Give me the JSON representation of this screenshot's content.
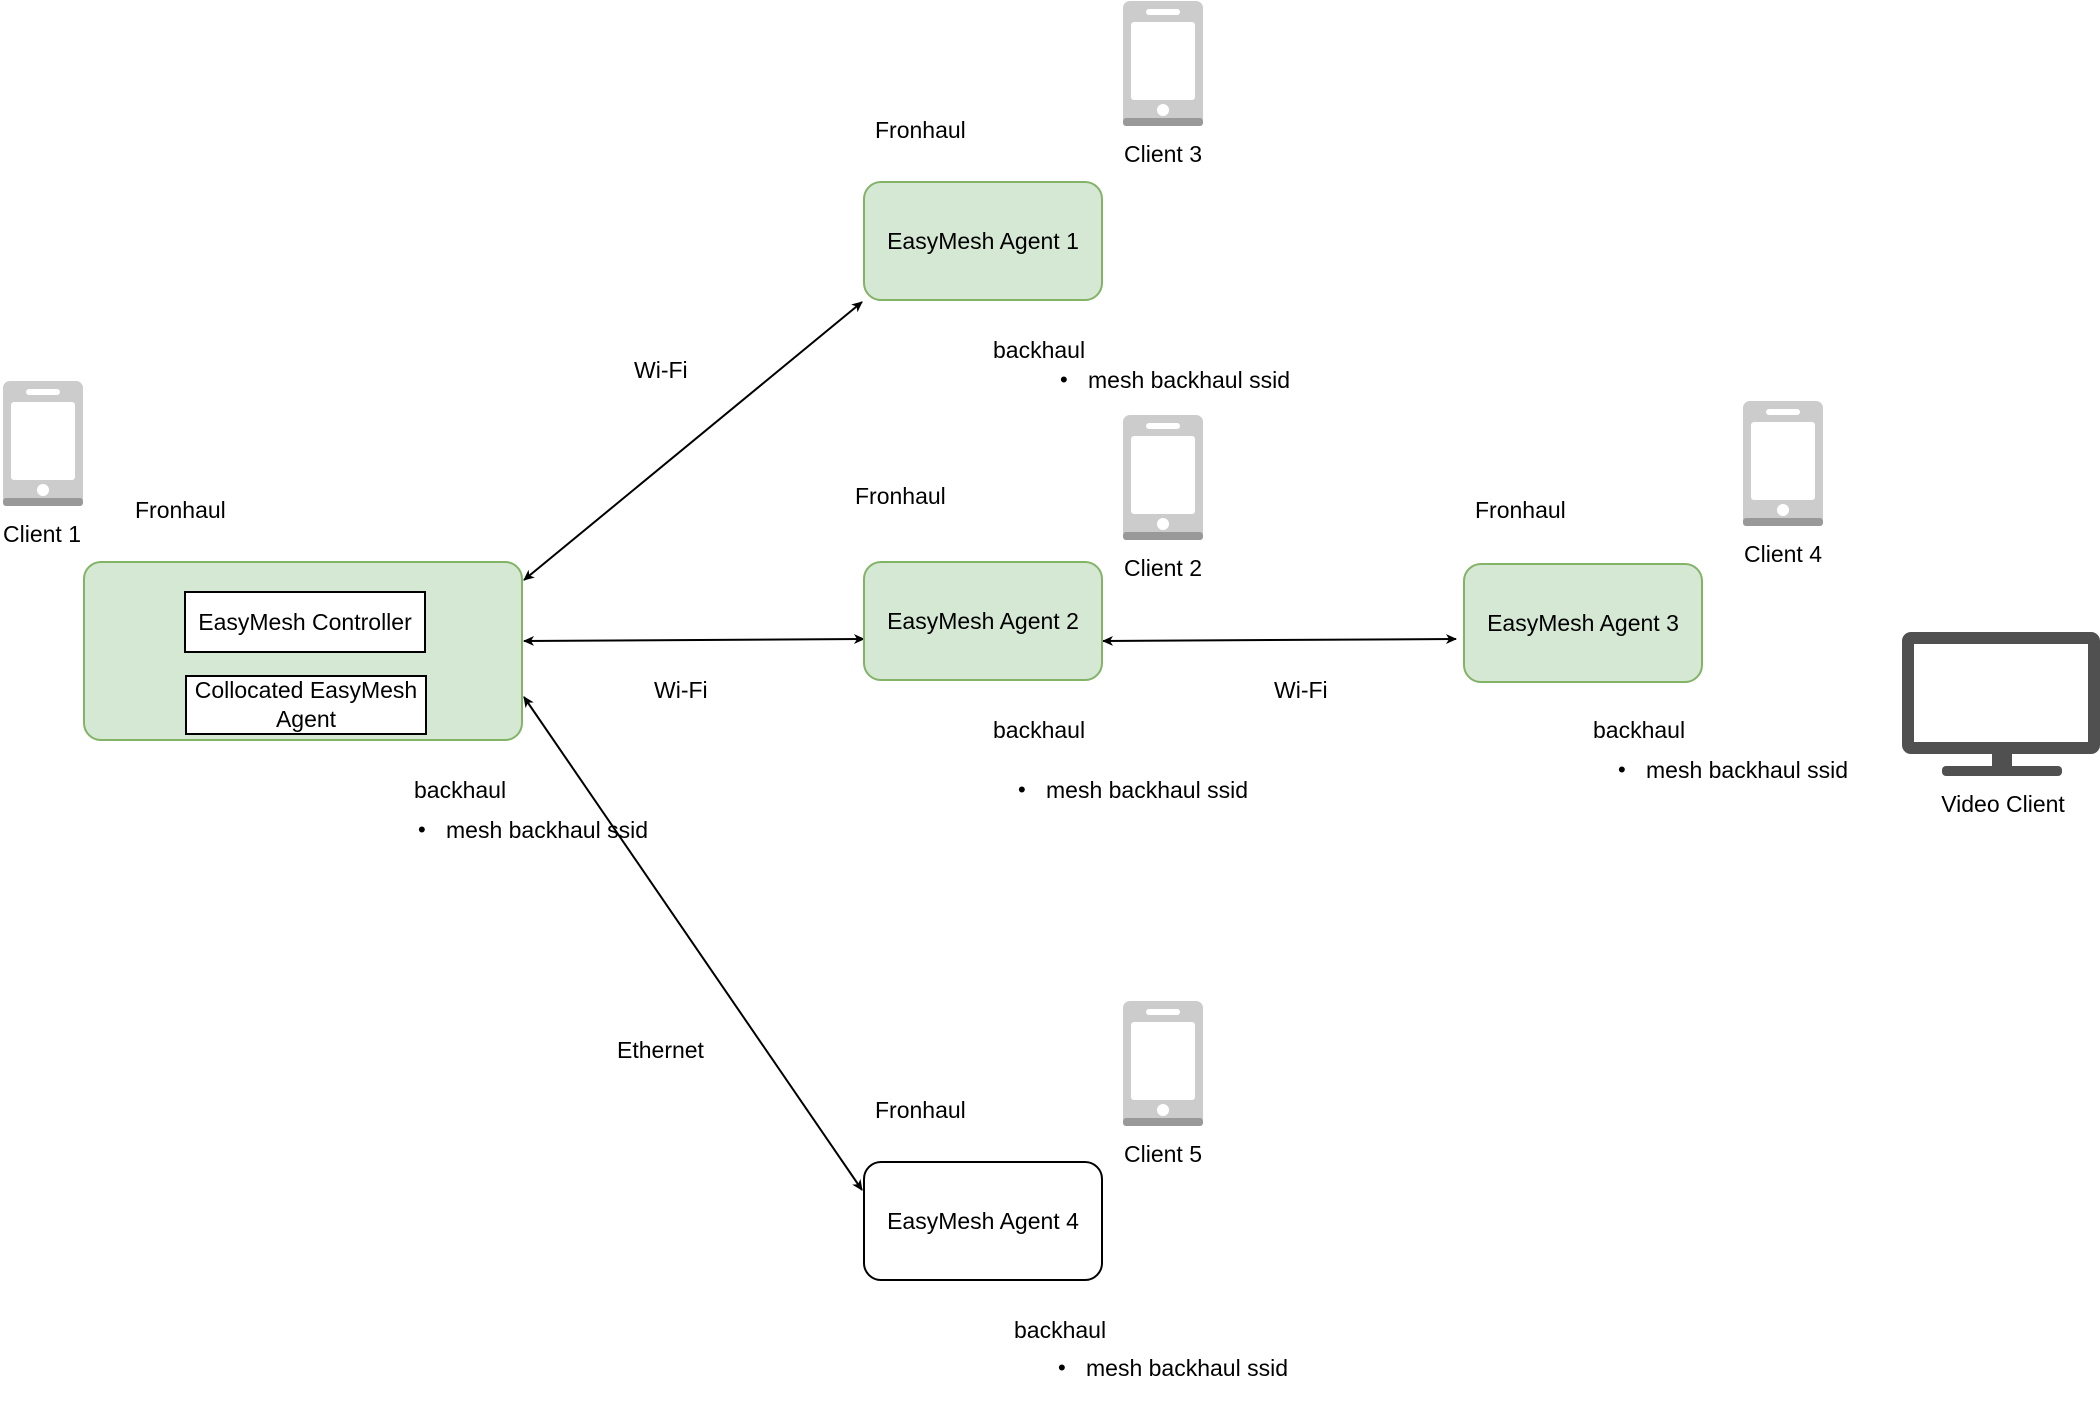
{
  "controller_node": {
    "controller_label": "EasyMesh Controller",
    "agent_label": "Collocated EasyMesh Agent",
    "fronthaul_label": "Fronhaul",
    "backhaul_label": "backhaul",
    "backhaul_item": "mesh backhaul ssid"
  },
  "agents": [
    {
      "label": "EasyMesh Agent 1",
      "fronthaul_label": "Fronhaul",
      "backhaul_label": "backhaul",
      "backhaul_item": "mesh backhaul ssid"
    },
    {
      "label": "EasyMesh Agent 2",
      "fronthaul_label": "Fronhaul",
      "backhaul_label": "backhaul",
      "backhaul_item": "mesh backhaul ssid"
    },
    {
      "label": "EasyMesh Agent 3",
      "fronthaul_label": "Fronhaul",
      "backhaul_label": "backhaul",
      "backhaul_item": "mesh backhaul ssid"
    },
    {
      "label": "EasyMesh Agent 4",
      "fronthaul_label": "Fronhaul",
      "backhaul_label": "backhaul",
      "backhaul_item": "mesh backhaul ssid"
    }
  ],
  "clients": [
    {
      "label": "Client 1",
      "icon": "smartphone-icon"
    },
    {
      "label": "Client 2",
      "icon": "smartphone-icon"
    },
    {
      "label": "Client 3",
      "icon": "smartphone-icon"
    },
    {
      "label": "Client 4",
      "icon": "smartphone-icon"
    },
    {
      "label": "Client 5",
      "icon": "smartphone-icon"
    },
    {
      "label": "Video Client",
      "icon": "monitor-icon"
    }
  ],
  "links": [
    {
      "label": "Wi-Fi"
    },
    {
      "label": "Wi-Fi"
    },
    {
      "label": "Wi-Fi"
    },
    {
      "label": "Ethernet"
    }
  ],
  "colors": {
    "agent_fill": "#d5e8d4",
    "agent_stroke": "#82b366",
    "phone_gray": "#cccccc",
    "phone_dark": "#999999",
    "monitor": "#505050"
  }
}
